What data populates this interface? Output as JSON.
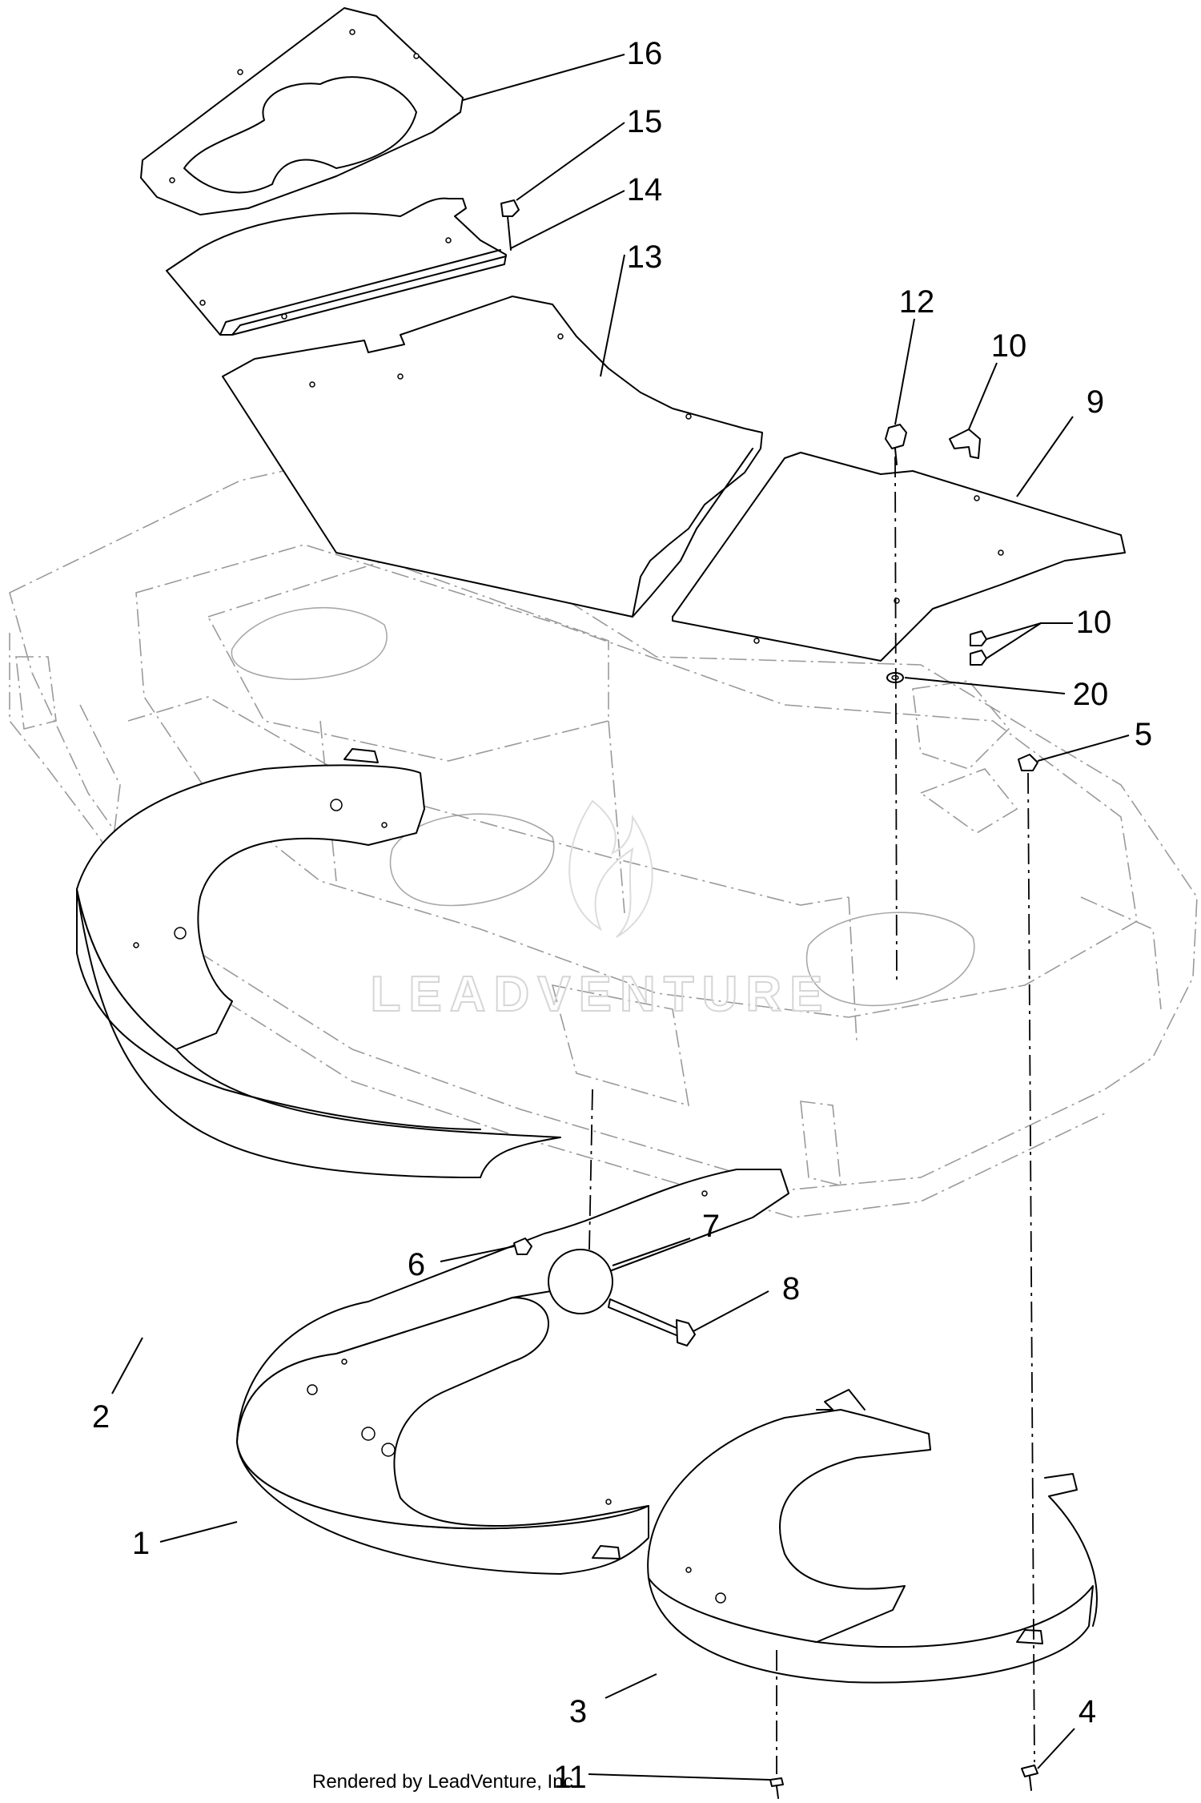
{
  "callouts": [
    {
      "id": "16",
      "label": "16"
    },
    {
      "id": "15",
      "label": "15"
    },
    {
      "id": "14",
      "label": "14"
    },
    {
      "id": "13",
      "label": "13"
    },
    {
      "id": "12",
      "label": "12"
    },
    {
      "id": "10a",
      "label": "10"
    },
    {
      "id": "9",
      "label": "9"
    },
    {
      "id": "10b",
      "label": "10"
    },
    {
      "id": "20",
      "label": "20"
    },
    {
      "id": "5",
      "label": "5"
    },
    {
      "id": "7",
      "label": "7"
    },
    {
      "id": "6",
      "label": "6"
    },
    {
      "id": "8",
      "label": "8"
    },
    {
      "id": "2",
      "label": "2"
    },
    {
      "id": "1",
      "label": "1"
    },
    {
      "id": "3",
      "label": "3"
    },
    {
      "id": "4",
      "label": "4"
    },
    {
      "id": "11",
      "label": "11"
    }
  ],
  "footer": {
    "text": "Rendered by LeadVenture, Inc."
  },
  "watermark": {
    "text": "LEADVENTURE"
  }
}
